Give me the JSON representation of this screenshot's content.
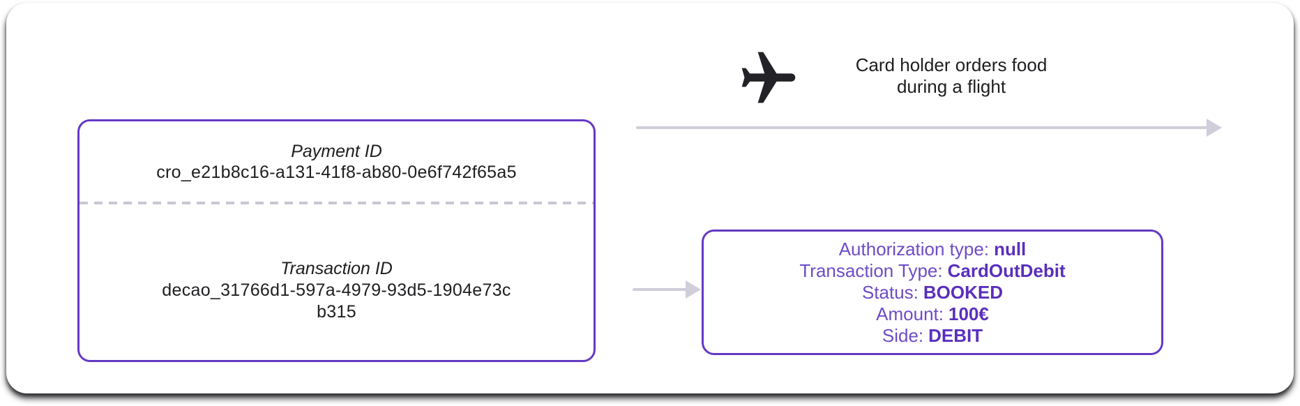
{
  "left_box": {
    "payment_label": "Payment ID",
    "payment_id": "cro_e21b8c16-a131-41f8-ab80-0e6f742f65a5",
    "transaction_label": "Transaction ID",
    "transaction_id_lines": [
      "decao_31766d1-597a-4979-93d5-1904e73c",
      "b315"
    ]
  },
  "annotation": {
    "icon": "airplane-icon",
    "lines": [
      "Card holder orders food",
      "during a flight"
    ]
  },
  "details": {
    "rows": [
      {
        "label": "Authorization type:",
        "value": "null"
      },
      {
        "label": "Transaction Type:",
        "value": "CardOutDebit"
      },
      {
        "label": "Status:",
        "value": "BOOKED"
      },
      {
        "label": "Amount:",
        "value": "100€"
      },
      {
        "label": "Side:",
        "value": "DEBIT"
      }
    ]
  },
  "colors": {
    "accent_purple": "#6539c4",
    "text_purple_label": "#6d4cc6",
    "text_purple_value": "#5a2fbd",
    "arrow_gray": "#cfceda",
    "dash_gray": "#c9c7d3",
    "ink": "#1e1e21"
  }
}
